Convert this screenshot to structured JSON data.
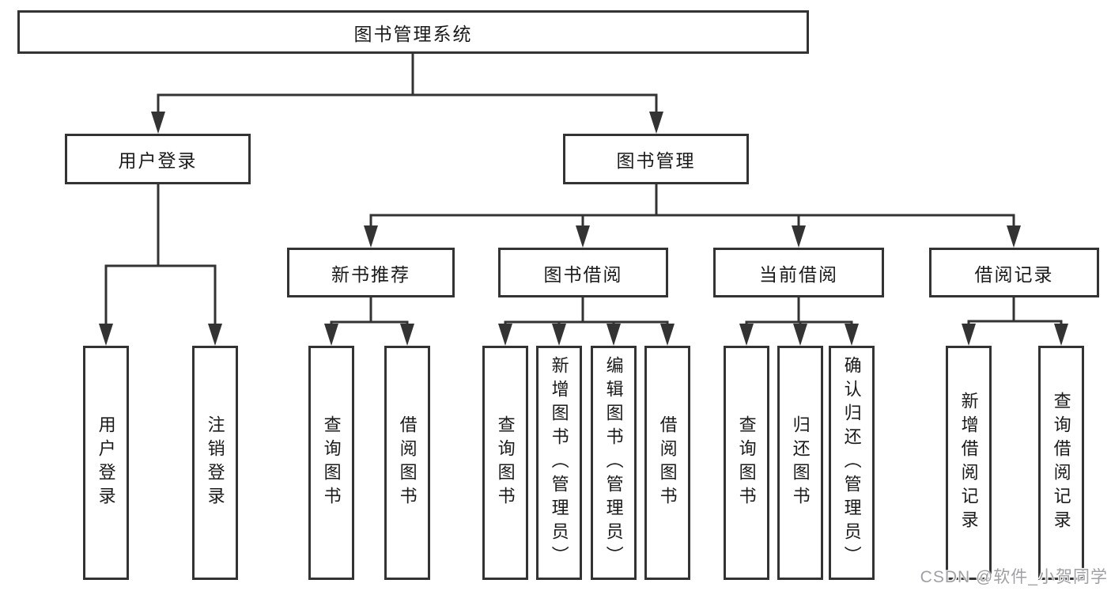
{
  "diagram_title": "图书管理系统",
  "colors": {
    "line": "#333333",
    "text": "#1a1a1a",
    "background": "#ffffff",
    "watermark": "#9fa0a4"
  },
  "nodes": {
    "root": "图书管理系统",
    "branches": [
      {
        "label": "用户登录",
        "leaves": [
          "用户登录",
          "注销登录"
        ]
      },
      {
        "label": "图书管理",
        "groups": [
          {
            "label": "新书推荐",
            "leaves": [
              "查询图书",
              "借阅图书"
            ]
          },
          {
            "label": "图书借阅",
            "leaves": [
              "查询图书",
              "新增图书（管理员）",
              "编辑图书（管理员）",
              "借阅图书"
            ]
          },
          {
            "label": "当前借阅",
            "leaves": [
              "查询图书",
              "归还图书",
              "确认归还（管理员）"
            ]
          },
          {
            "label": "借阅记录",
            "leaves": [
              "新增借阅记录",
              "查询借阅记录"
            ]
          }
        ]
      }
    ]
  },
  "watermark": {
    "text": "CSDN @软件_小贺同学"
  }
}
